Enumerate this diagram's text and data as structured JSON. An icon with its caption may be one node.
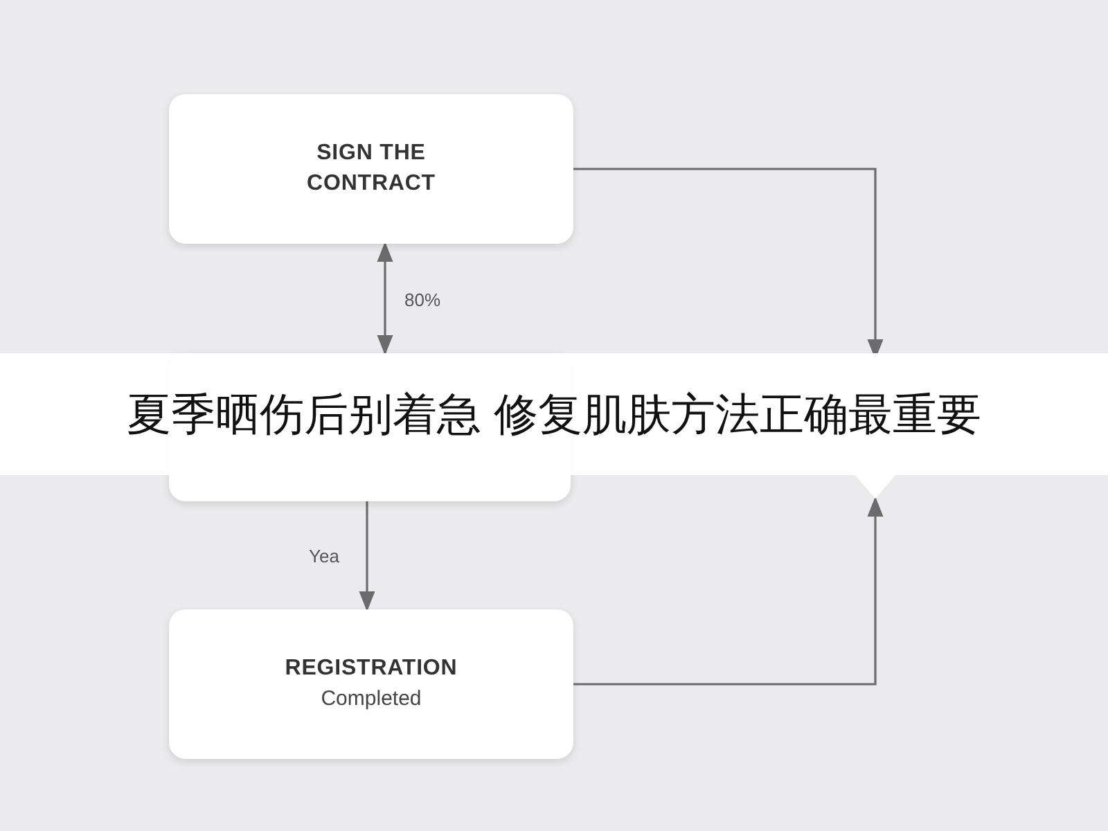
{
  "diagram": {
    "title": "夏季晒伤后别着急 修复肌肤方法正确最重要",
    "nodes": [
      {
        "text": [
          "SIGN THE CONTRACT"
        ]
      },
      {
        "text": [],
        "shape": "box"
      },
      {
        "text": [],
        "shape": "diamond"
      },
      {
        "text": [
          "REGISTRATION",
          "Completed"
        ]
      }
    ],
    "edges": [
      {
        "from": 0,
        "to": 1,
        "arrow": "both",
        "label": "80%"
      },
      {
        "from": 1,
        "to": 3,
        "arrow": "to",
        "label": "Yea"
      },
      {
        "from": 0,
        "to": 2,
        "arrow": "to"
      },
      {
        "from": 3,
        "to": 2,
        "arrow": "to"
      }
    ]
  }
}
